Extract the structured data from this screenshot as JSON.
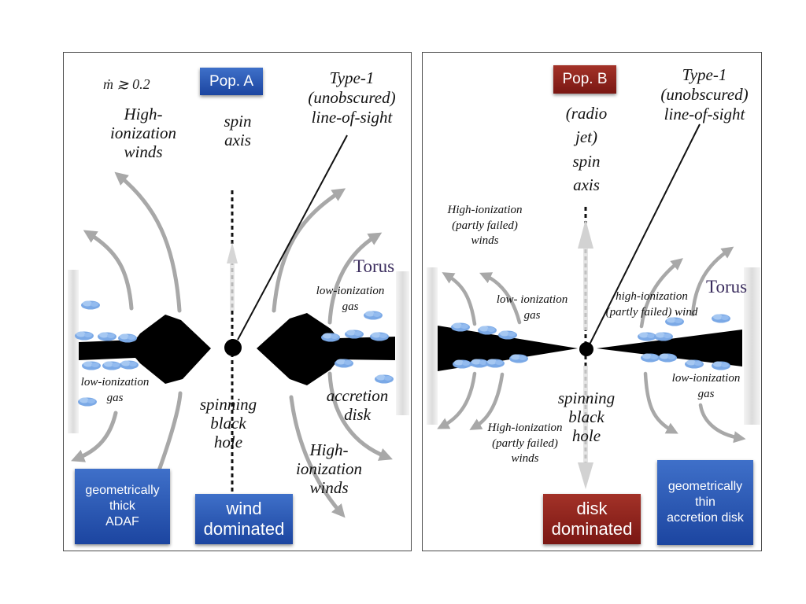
{
  "panel_a": {
    "pop_label": "Pop. A",
    "mdot_label": "ṁ ≳ 0.2",
    "hi_winds": "High-\nionization\nwinds",
    "spin_axis": "spin\naxis",
    "type1": "Type-1\n(unobscured)\nline-of-sight",
    "torus": "Torus",
    "low_ion_gas_right": "low-ionization\ngas",
    "low_ion_gas_left": "low-ionization\ngas",
    "accretion_disk": "accretion\ndisk",
    "black_hole": "spinning\nblack\nhole",
    "hi_winds_bottom": "High-\nionization\nwinds",
    "box_geometry": "geometrically\nthick\nADAF",
    "box_mode": "wind\ndominated",
    "colors": {
      "box": "#2a57b5",
      "pop": "#2a57b5"
    }
  },
  "panel_b": {
    "pop_label": "Pop. B",
    "jet_axis": "(radio\njet)\nspin\naxis",
    "type1": "Type-1\n(unobscured)\nline-of-sight",
    "hi_failed_top": "High-ionization\n(partly failed)\nwinds",
    "low_ion_gas_left": "low- ionization\ngas",
    "hi_failed_right": "high-ionization\n(partly failed) wind",
    "torus": "Torus",
    "low_ion_gas_right": "low-ionization\ngas",
    "black_hole": "spinning\nblack\nhole",
    "hi_failed_bottom": "High-ionization\n(partly failed)\nwinds",
    "box_mode": "disk\ndominated",
    "box_geometry": "geometrically\nthin\naccretion disk",
    "colors": {
      "box": "#2a57b5",
      "pop": "#8e2019"
    }
  }
}
